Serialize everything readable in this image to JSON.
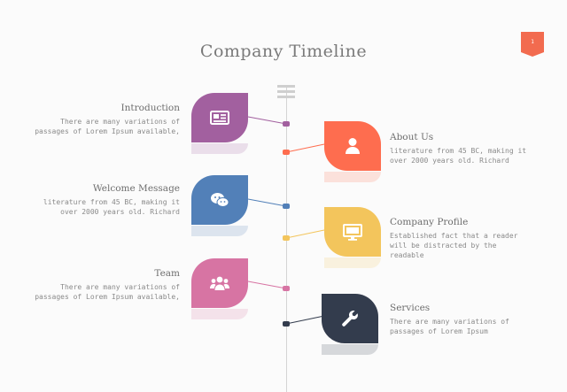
{
  "title": "Company Timeline",
  "page_number": "1",
  "colors": {
    "accent": "#f26b4f",
    "purple": "#a2609f",
    "orange": "#fe6d4f",
    "blue": "#5280b8",
    "yellow": "#f3c55c",
    "pink": "#d774a3",
    "navy": "#333c4d"
  },
  "items": [
    {
      "heading": "Introduction",
      "line1": "There are many variations of",
      "line2": "passages of Lorem Ipsum available,",
      "icon": "newspaper-icon"
    },
    {
      "heading": "About Us",
      "line1": "literature from 45 BC, making it",
      "line2": "over 2000 years old. Richard",
      "icon": "user-icon"
    },
    {
      "heading": "Welcome Message",
      "line1": "literature from 45 BC, making it",
      "line2": "over 2000 years old. Richard",
      "icon": "chat-icon"
    },
    {
      "heading": "Company Profile",
      "line1": "Established fact that a reader",
      "line2": "will be distracted by the",
      "line3": "readable",
      "icon": "monitor-icon"
    },
    {
      "heading": "Team",
      "line1": "There are many variations of",
      "line2": "passages of Lorem Ipsum available,",
      "icon": "team-icon"
    },
    {
      "heading": "Services",
      "line1": "There are many variations of",
      "line2": "passages of Lorem Ipsum",
      "icon": "wrench-icon"
    }
  ]
}
